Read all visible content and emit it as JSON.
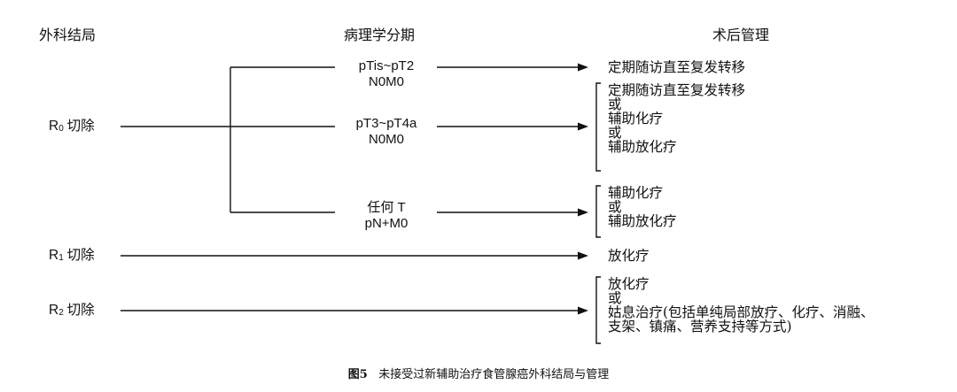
{
  "headers": {
    "outcome": "外科结局",
    "stage": "病理学分期",
    "management": "术后管理"
  },
  "outcomes": [
    {
      "letter": "R",
      "sub": "0",
      "label": "切除"
    },
    {
      "letter": "R",
      "sub": "1",
      "label": "切除"
    },
    {
      "letter": "R",
      "sub": "2",
      "label": "切除"
    }
  ],
  "stages": [
    {
      "line1": "pTis~pT2",
      "line2": "N0M0"
    },
    {
      "line1": "pT3~pT4a",
      "line2": "N0M0"
    },
    {
      "line1": "任何 T",
      "line2": "pN+M0"
    }
  ],
  "management": {
    "m1": [
      "定期随访直至复发转移"
    ],
    "m2": [
      "定期随访直至复发转移",
      "或",
      "辅助化疗",
      "或",
      "辅助放化疗"
    ],
    "m3": [
      "辅助化疗",
      "或",
      "辅助放化疗"
    ],
    "m4": [
      "放化疗"
    ],
    "m5": [
      "放化疗",
      "或",
      "姑息治疗(包括单纯局部放疗、化疗、消融、",
      "支架、镇痛、营养支持等方式)"
    ]
  },
  "caption": {
    "label": "图5",
    "text": "未接受过新辅助治疗食管腺癌外科结局与管理"
  }
}
